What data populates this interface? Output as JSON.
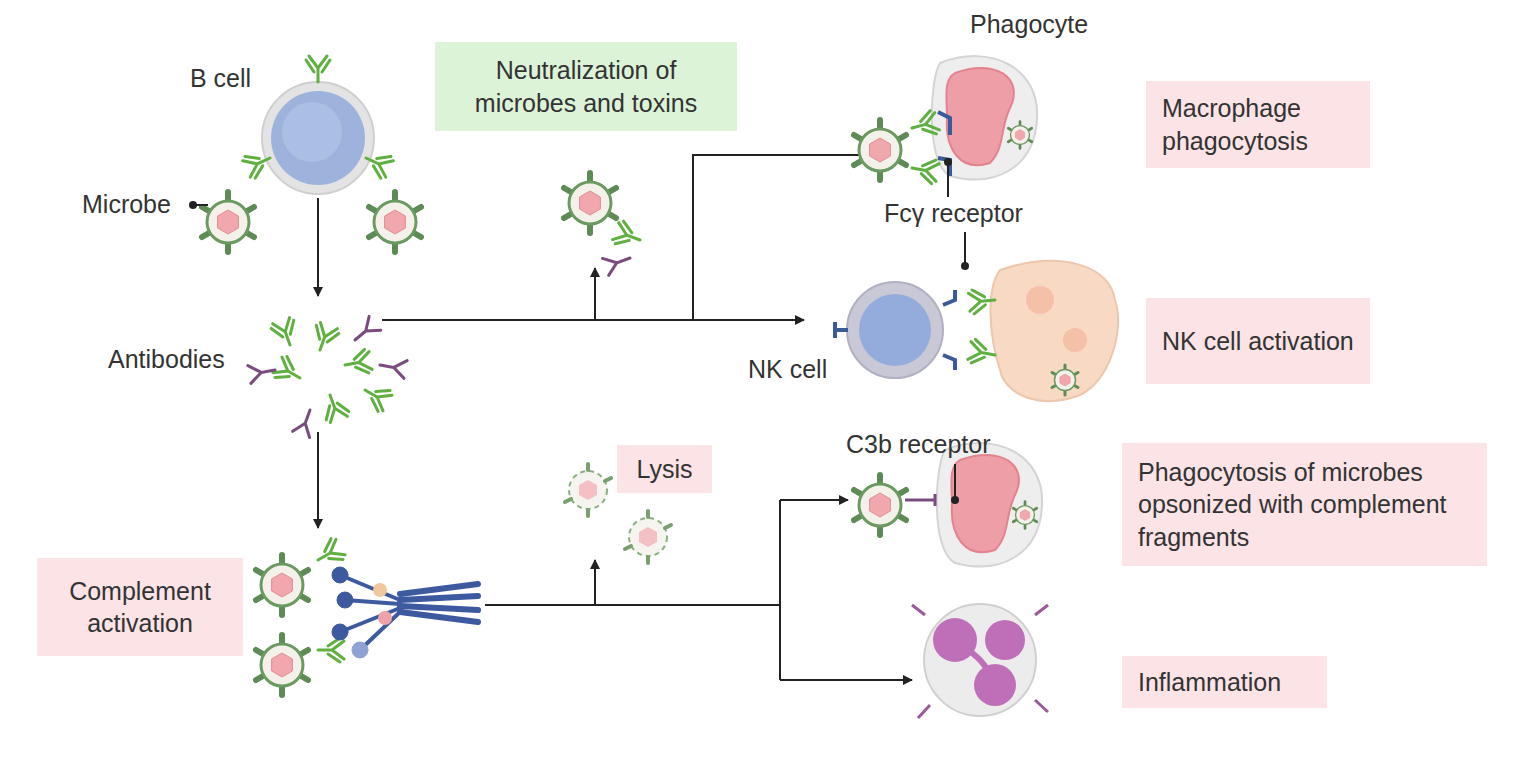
{
  "diagram": {
    "nodes": [
      {
        "text": [
          "Neutralization of microbes and toxins"
        ]
      },
      {
        "text": [
          "Macrophage phagocytosis"
        ]
      },
      {
        "text": [
          "NK cell activation"
        ]
      },
      {
        "text": [
          "Lysis"
        ]
      },
      {
        "text": [
          "Phagocytosis of microbes opsonized with complement fragments"
        ]
      },
      {
        "text": [
          "Complement activation"
        ]
      },
      {
        "text": [
          "Inflammation"
        ]
      }
    ],
    "labels": [
      "B cell",
      "Microbe",
      "Antibodies",
      "Phagocyte",
      "Fcγ receptor",
      "NK cell",
      "C3b receptor"
    ]
  }
}
